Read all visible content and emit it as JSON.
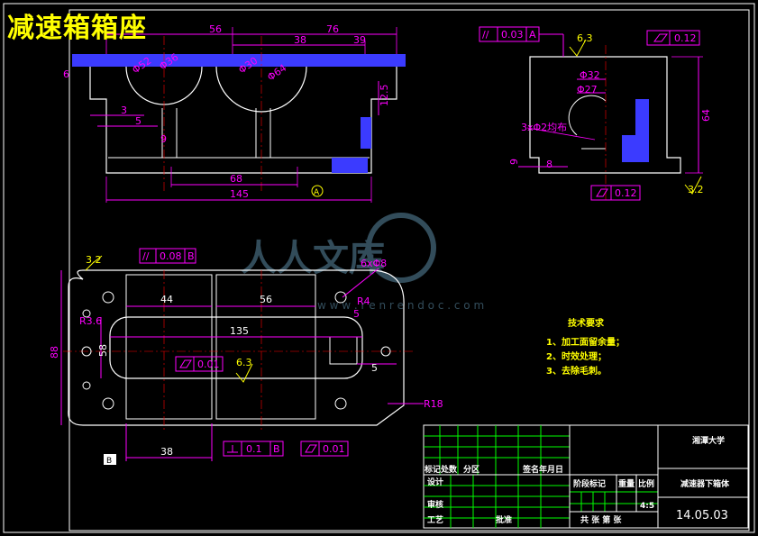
{
  "title": "减速箱箱座",
  "watermark": {
    "text": "人人文库",
    "url": "w w w . r e n r e n d o c . c o m"
  },
  "front_view": {
    "dims": [
      "56",
      "76",
      "38",
      "39",
      "6",
      "12.5",
      "3",
      "5",
      "9",
      "68",
      "145"
    ],
    "diameters": [
      "Φ52",
      "Φ36",
      "Φ30",
      "Φ64"
    ],
    "datum": "A"
  },
  "side_view": {
    "tol_parallel": {
      "symbol": "//",
      "value": "0.03",
      "datum": "A"
    },
    "tol_flat_top": {
      "value": "0.12"
    },
    "tol_flat_bottom": {
      "value": "0.12"
    },
    "rough_top": "6.3",
    "rough_bottom": "3.2",
    "dims": [
      "Φ32",
      "Φ27",
      "3xΦ2均布",
      "64",
      "9",
      "8"
    ]
  },
  "plan_view": {
    "tol_parallel": {
      "symbol": "//",
      "value": "0.08",
      "datum": "B"
    },
    "rough_left": "3.2",
    "rough_mid": "6.3",
    "holes": "6xΦ8",
    "dims": [
      "44",
      "56",
      "135",
      "R3.6",
      "88",
      "58",
      "R4",
      "5",
      "5",
      "R18",
      "38"
    ],
    "tol_flat_mid": {
      "value": "0.01"
    },
    "tol_perp": {
      "value": "0.1",
      "datum": "B"
    },
    "tol_flat_lower": {
      "value": "0.01"
    },
    "datum": "B"
  },
  "tech": {
    "heading": "技术要求",
    "items": [
      "1、加工面留余量；",
      "2、时效处理；",
      "3、去除毛刺。"
    ]
  },
  "title_block": {
    "school": "湘潭大学",
    "part": "减速器下箱体",
    "drawing_no": "14.05.03",
    "scale": "4:5",
    "labels": {
      "marks": "标记处数",
      "zone": "分区",
      "sign_date": "签名年月日",
      "design": "设计",
      "review": "审核",
      "process": "工艺",
      "approve": "批准",
      "stage": "阶段标记",
      "weight": "重量",
      "ratio": "比例",
      "sheets": "共 张 第 张"
    }
  }
}
